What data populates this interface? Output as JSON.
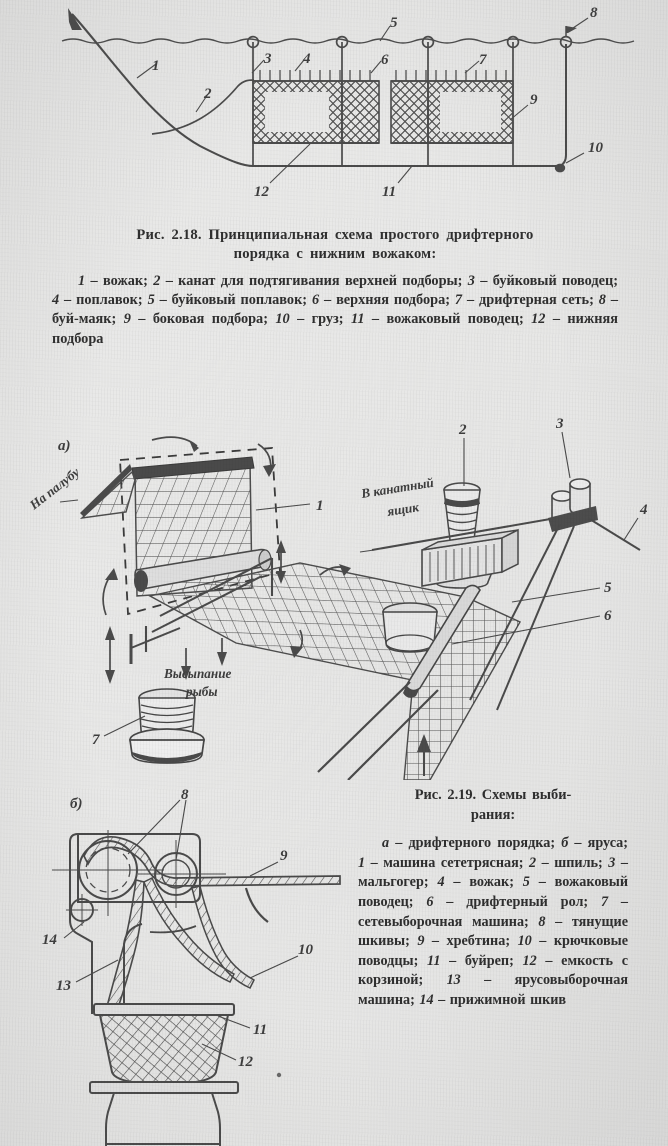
{
  "page": {
    "background_hex": "#e9e9e8",
    "ink_hex": "#4b4b4b",
    "text_hex": "#2f2f2f"
  },
  "figure_218": {
    "caption_title": "Рис. 2.18. Принципиальная схема простого дрифтерного порядка с нижним вожаком:",
    "caption_title_line1": "Рис. 2.18. Принципиальная схема простого дрифтерного",
    "caption_title_line2": "порядка с нижним вожаком:",
    "legend_text": "1 – вожак; 2 – канат для подтягивания верхней подборы; 3 – буйковый поводец; 4 – поплавок; 5 – буйковый поплавок; 6 – верхняя подбора; 7 – дрифтерная сеть; 8 – буй-маяк; 9 – боковая подбора; 10 – груз; 11 – вожаковый поводец; 12 – нижняя подбора",
    "legend_items": [
      {
        "num": "1",
        "text": "вожак"
      },
      {
        "num": "2",
        "text": "канат для подтягивания верхней подборы"
      },
      {
        "num": "3",
        "text": "буйковый поводец"
      },
      {
        "num": "4",
        "text": "поплавок"
      },
      {
        "num": "5",
        "text": "буйковый поплавок"
      },
      {
        "num": "6",
        "text": "верхняя подбора"
      },
      {
        "num": "7",
        "text": "дрифтерная сеть"
      },
      {
        "num": "8",
        "text": "буй-маяк"
      },
      {
        "num": "9",
        "text": "боковая подбора"
      },
      {
        "num": "10",
        "text": "груз"
      },
      {
        "num": "11",
        "text": "вожаковый поводец"
      },
      {
        "num": "12",
        "text": "нижняя подбора"
      }
    ],
    "callouts": [
      "1",
      "2",
      "3",
      "4",
      "5",
      "6",
      "7",
      "8",
      "9",
      "10",
      "11",
      "12"
    ]
  },
  "figure_219": {
    "caption_title_line1": "Рис. 2.19. Схемы выби-",
    "caption_title_line2": "рания:",
    "legend_text": "а – дрифтерного порядка; б – яруса; 1 – машина сететрясная; 2 – шпиль; 3 – мальгогер; 4 – вожак; 5 – вожаковый поводец; 6 – дрифтерный рол; 7 – сетевыборочная машина; 8 – тянущие шкивы; 9 – хребтина; 10 – крючковые поводцы; 11 – буйреп; 12 – емкость с корзиной; 13 – ярусовыборочная машина; 14 – прижимной шкив",
    "legend_items": [
      {
        "num": "а",
        "text": "дрифтерного порядка"
      },
      {
        "num": "б",
        "text": "яруса"
      },
      {
        "num": "1",
        "text": "машина сететрясная"
      },
      {
        "num": "2",
        "text": "шпиль"
      },
      {
        "num": "3",
        "text": "мальгогер"
      },
      {
        "num": "4",
        "text": "вожак"
      },
      {
        "num": "5",
        "text": "вожаковый поводец"
      },
      {
        "num": "6",
        "text": "дрифтерный рол"
      },
      {
        "num": "7",
        "text": "сетевыборочная машина"
      },
      {
        "num": "8",
        "text": "тянущие шкивы"
      },
      {
        "num": "9",
        "text": "хребтина"
      },
      {
        "num": "10",
        "text": "крючковые поводцы"
      },
      {
        "num": "11",
        "text": "буйреп"
      },
      {
        "num": "12",
        "text": "емкость с корзиной"
      },
      {
        "num": "13",
        "text": "ярусовыборочная машина"
      },
      {
        "num": "14",
        "text": "прижимной шкив"
      }
    ],
    "panel_a": {
      "label": "а)",
      "callouts": [
        "1",
        "2",
        "3",
        "4",
        "5",
        "6",
        "7"
      ],
      "annotation_deck": "На палубу",
      "annotation_ropebox_line1": "В канатный",
      "annotation_ropebox_line2": "ящик",
      "annotation_fish_line1": "Высыпание",
      "annotation_fish_line2": "рыбы"
    },
    "panel_b": {
      "label": "б)",
      "callouts": [
        "8",
        "9",
        "10",
        "11",
        "12",
        "13",
        "14"
      ]
    }
  }
}
